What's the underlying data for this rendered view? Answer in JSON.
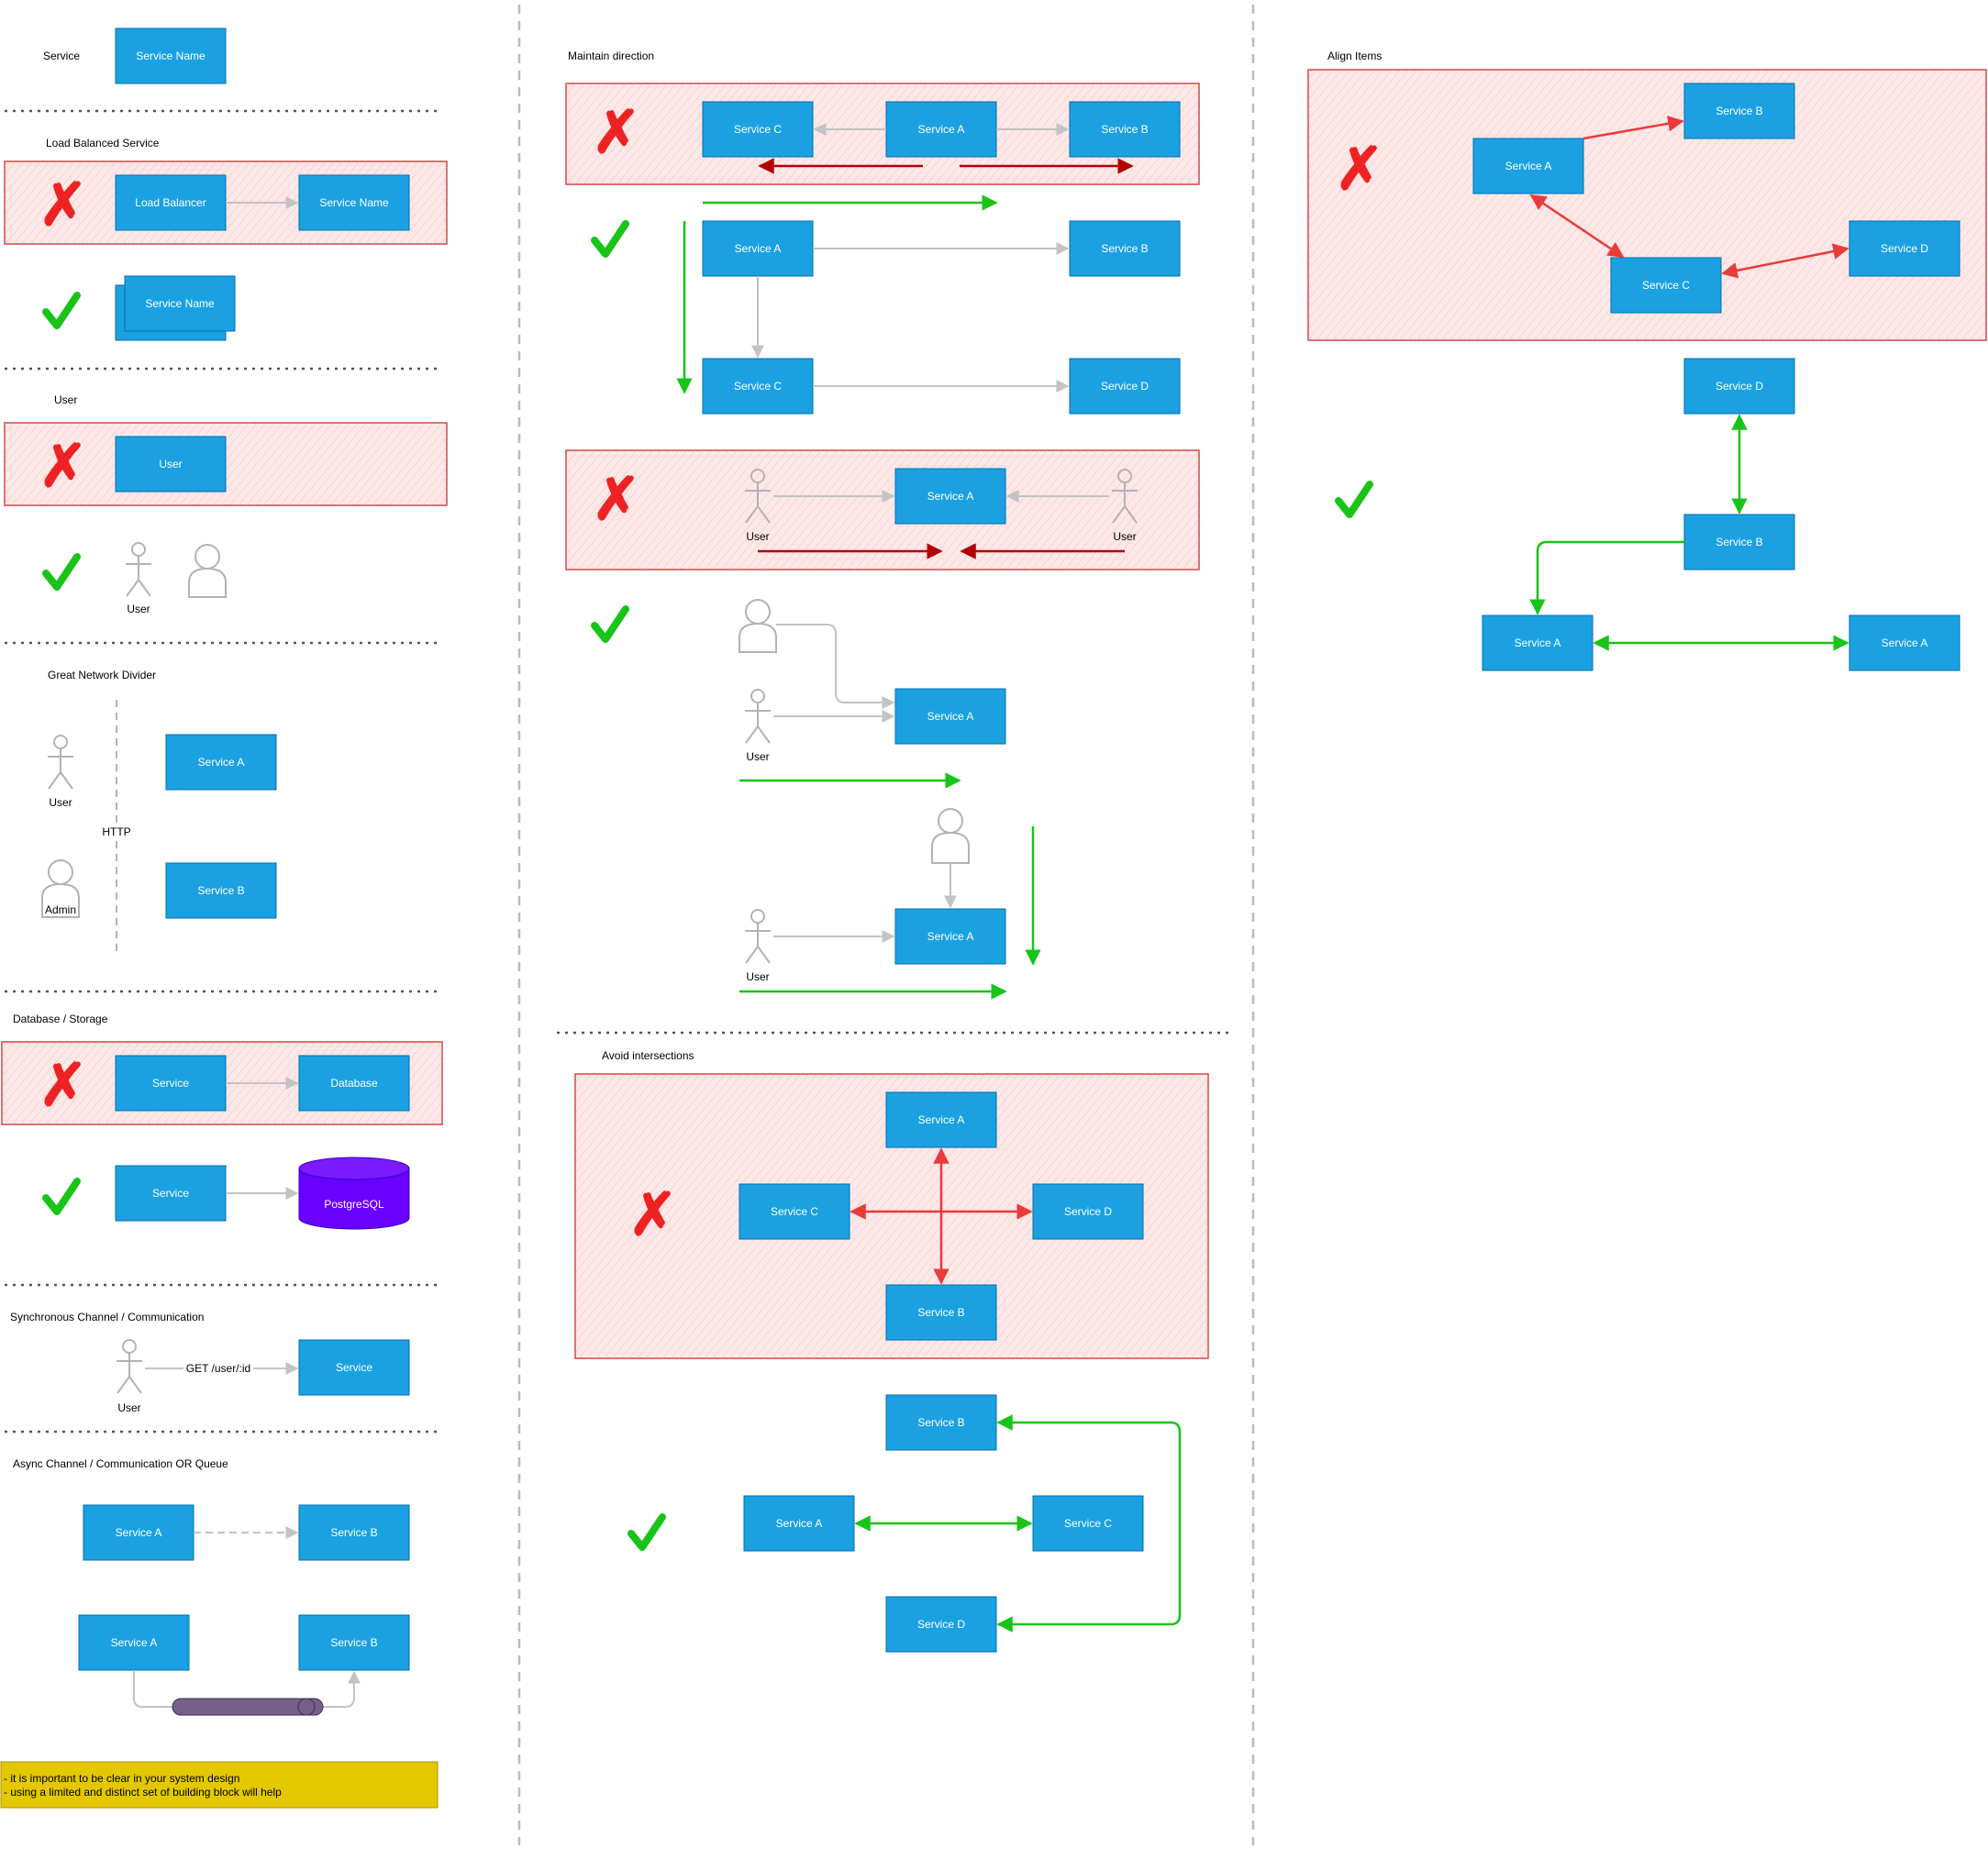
{
  "col1": {
    "service": {
      "label": "Service",
      "box": "Service Name"
    },
    "load_balanced": {
      "title": "Load Balanced Service",
      "lb": "Load Balancer",
      "target": "Service Name",
      "good": "Service Name"
    },
    "user": {
      "title": "User",
      "bad": "User",
      "good_label": "User"
    },
    "network": {
      "title": "Great Network Divider",
      "user": "User",
      "admin": "Admin",
      "http": "HTTP",
      "svc_a": "Service A",
      "svc_b": "Service B"
    },
    "database": {
      "title": "Database / Storage",
      "bad_service": "Service",
      "bad_db": "Database",
      "good_service": "Service",
      "good_db": "PostgreSQL"
    },
    "sync": {
      "title": "Synchronous Channel / Communication",
      "user": "User",
      "edge": "GET /user/:id",
      "service": "Service"
    },
    "async": {
      "title": "Async Channel / Communication OR Queue",
      "a1": "Service A",
      "b1": "Service B",
      "a2": "Service A",
      "b2": "Service B"
    },
    "note": {
      "line1": "- it is important to be clear in your system design",
      "line2": "- using a limited and distinct set of building block will help"
    }
  },
  "col2": {
    "maintain": {
      "title": "Maintain direction",
      "bad": {
        "c": "Service C",
        "a": "Service A",
        "b": "Service B"
      },
      "good": {
        "a": "Service A",
        "b": "Service B",
        "c": "Service C",
        "d": "Service D"
      },
      "bad_users": {
        "svc": "Service A",
        "user_left": "User",
        "user_right": "User"
      },
      "good_users1": {
        "svc": "Service A",
        "user": "User"
      },
      "good_users2": {
        "svc": "Service A",
        "user": "User"
      }
    },
    "intersect": {
      "title": "Avoid intersections",
      "bad": {
        "a": "Service A",
        "c": "Service C",
        "d": "Service D",
        "b": "Service B"
      },
      "good": {
        "b": "Service B",
        "a": "Service A",
        "c": "Service C",
        "d": "Service D"
      }
    }
  },
  "col3": {
    "align": {
      "title": "Align Items",
      "bad": {
        "a": "Service A",
        "b": "Service B",
        "c": "Service C",
        "d": "Service D"
      },
      "good": {
        "d": "Service D",
        "b": "Service B",
        "a_left": "Service A",
        "a_right": "Service A"
      }
    }
  },
  "colors": {
    "service_fill": "#1ba1e2",
    "bad_area": "#fde8e8",
    "good_arrow": "#19c419",
    "bad_arrow": "#ea3a3a",
    "database": "#6a00ff",
    "queue": "#76608a",
    "note": "#e3c800"
  }
}
